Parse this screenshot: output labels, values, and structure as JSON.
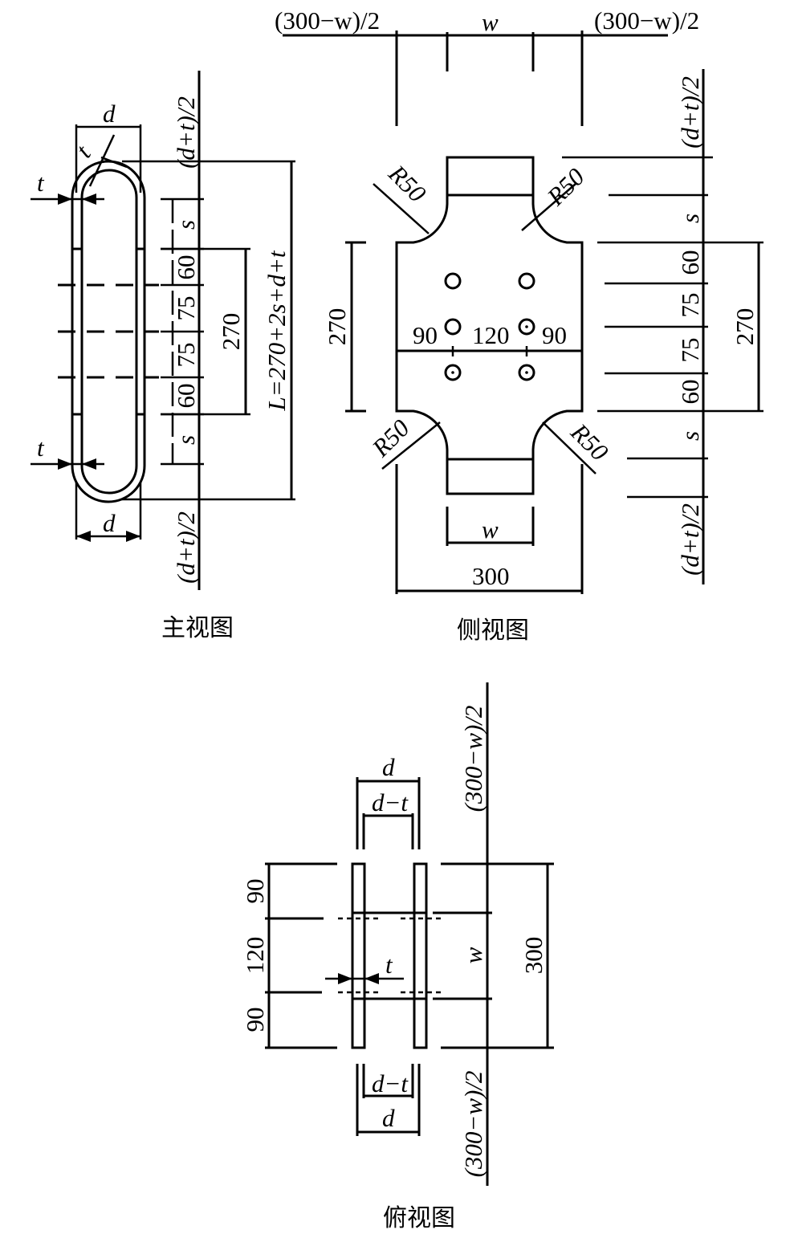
{
  "front_view": {
    "caption": "主视图",
    "labels": {
      "d_top": "d",
      "t_top": "t",
      "t_slant": "t",
      "t_bottom": "t",
      "d_bottom": "d",
      "half_top": "(d+t)/2",
      "half_bottom": "(d+t)/2",
      "s_top": "s",
      "s_bottom": "s",
      "seg_60a": "60",
      "seg_75a": "75",
      "seg_75b": "75",
      "seg_60b": "60",
      "total_270": "270",
      "length_formula": "L=270+2s+d+t"
    }
  },
  "side_view": {
    "caption": "侧视图",
    "labels": {
      "top_left": "(300−w)/2",
      "top_mid": "w",
      "top_right": "(300−w)/2",
      "r_tl": "R50",
      "r_tr": "R50",
      "r_bl": "R50",
      "r_br": "R50",
      "left_270": "270",
      "hole_90a": "90",
      "hole_120": "120",
      "hole_90b": "90",
      "bottom_w": "w",
      "bottom_300": "300",
      "half_top": "(d+t)/2",
      "half_bottom": "(d+t)/2",
      "s_top": "s",
      "s_bottom": "s",
      "seg_60a": "60",
      "seg_75a": "75",
      "seg_75b": "75",
      "seg_60b": "60",
      "right_270": "270"
    }
  },
  "top_view": {
    "caption": "俯视图",
    "labels": {
      "d_top": "d",
      "dt_top": "d−t",
      "dt_bottom": "d−t",
      "d_bottom": "d",
      "t": "t",
      "seg_90a": "90",
      "seg_120": "120",
      "seg_90b": "90",
      "w": "w",
      "total_300": "300",
      "half_top": "(300−w)/2",
      "half_bottom": "(300−w)/2"
    }
  }
}
